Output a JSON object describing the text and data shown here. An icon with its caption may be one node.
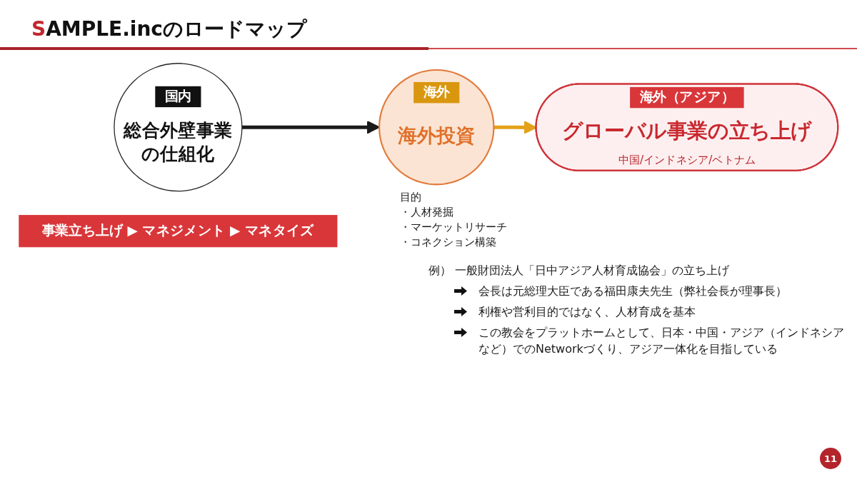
{
  "diagram": {
    "title": "SAMPLE.incのロードマップ",
    "nodes": [
      {
        "text": [
          "国内",
          "総合外壁事業の仕組化"
        ]
      },
      {
        "text": [
          "海外",
          "海外投資"
        ],
        "beside": [
          "目的",
          "・人材発掘",
          "・マーケットリサーチ",
          "・コネクション構築"
        ]
      },
      {
        "text": [
          "海外（アジア）",
          "グローバル事業の立ち上げ",
          "中国/インドネシア/ベトナム"
        ]
      },
      {
        "text": [
          "事業立ち上げ ▶ マネジメント ▶ マネタイズ"
        ]
      }
    ],
    "edges": [
      {
        "from": 0,
        "to": 1,
        "arrow": "to",
        "color": "#1a1a1a"
      },
      {
        "from": 1,
        "to": 2,
        "arrow": "to",
        "color": "#e3a21a"
      }
    ],
    "labels": [
      "例） 一般財団法人「日中アジア人材育成協会」の立ち上げ",
      "会長は元総理大臣である福田康夫先生（弊社会長が理事長）",
      "利権や営利目的ではなく、人材育成を基本",
      "この教会をプラットホームとして、日本・中国・アジア（インドネシアなど）でのNetworkづくり、アジア一体化を目指している",
      "11"
    ]
  }
}
